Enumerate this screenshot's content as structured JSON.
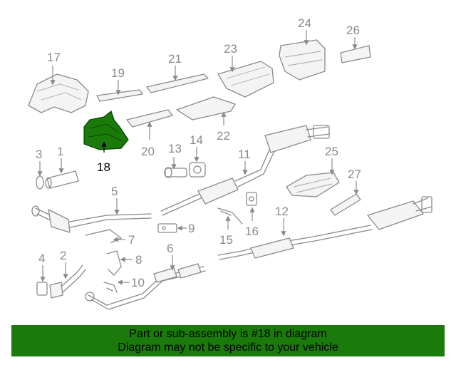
{
  "highlight_color": "#1a7a0a",
  "callouts": {
    "c1": "1",
    "c2": "2",
    "c3": "3",
    "c4": "4",
    "c5": "5",
    "c6": "6",
    "c7": "7",
    "c8": "8",
    "c9": "9",
    "c10": "10",
    "c11": "11",
    "c12": "12",
    "c13": "13",
    "c14": "14",
    "c15": "15",
    "c16": "16",
    "c17": "17",
    "c18": "18",
    "c19": "19",
    "c20": "20",
    "c21": "21",
    "c22": "22",
    "c23": "23",
    "c24": "24",
    "c25": "25",
    "c26": "26",
    "c27": "27"
  },
  "banner": {
    "line1": "Part or sub-assembly is #18 in diagram",
    "line2": "Diagram may not be specific to your vehicle"
  }
}
